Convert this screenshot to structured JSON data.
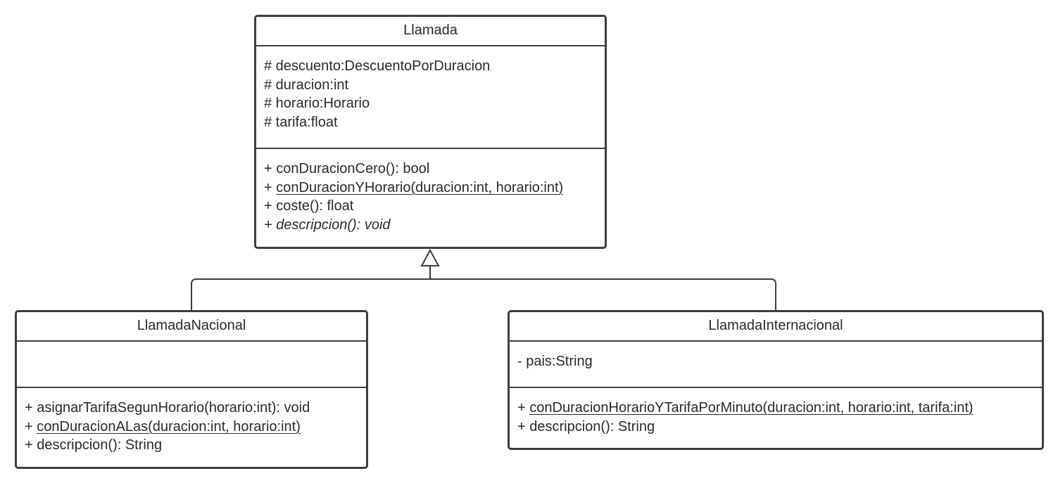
{
  "classes": {
    "llamada": {
      "name": "Llamada",
      "attributes": [
        "# descuento:DescuentoPorDuracion",
        "# duracion:int",
        "# horario:Horario",
        "# tarifa:float"
      ],
      "operations": {
        "op0": {
          "visibility": "+ ",
          "signature": "conDuracionCero(): bool"
        },
        "op1": {
          "visibility": "+ ",
          "signature": "conDuracionYHorario(duracion:int, horario:int)"
        },
        "op2": {
          "visibility": "+ ",
          "signature": "coste(): float"
        },
        "op3": {
          "text": "+ descripcion(): void"
        }
      }
    },
    "nacional": {
      "name": "LlamadaNacional",
      "operations": {
        "op0": {
          "visibility": "+ ",
          "signature": "asignarTarifaSegunHorario(horario:int): void"
        },
        "op1": {
          "visibility": "+ ",
          "signature": "conDuracionALas(duracion:int, horario:int)"
        },
        "op2": {
          "visibility": "+ ",
          "signature": "descripcion(): String"
        }
      }
    },
    "internacional": {
      "name": "LlamadaInternacional",
      "attributes": [
        "- pais:String"
      ],
      "operations": {
        "op0": {
          "visibility": "+ ",
          "signature": "conDuracionHorarioYTarifaPorMinuto(duracion:int, horario:int, tarifa:int)"
        },
        "op1": {
          "visibility": "+ ",
          "signature": "descripcion(): String"
        }
      }
    }
  },
  "colors": {
    "border": "#3e3e3e",
    "text": "#2b2b2b",
    "background": "#ffffff"
  },
  "relationships": [
    {
      "type": "generalization",
      "from": "nacional",
      "to": "llamada"
    },
    {
      "type": "generalization",
      "from": "internacional",
      "to": "llamada"
    }
  ]
}
